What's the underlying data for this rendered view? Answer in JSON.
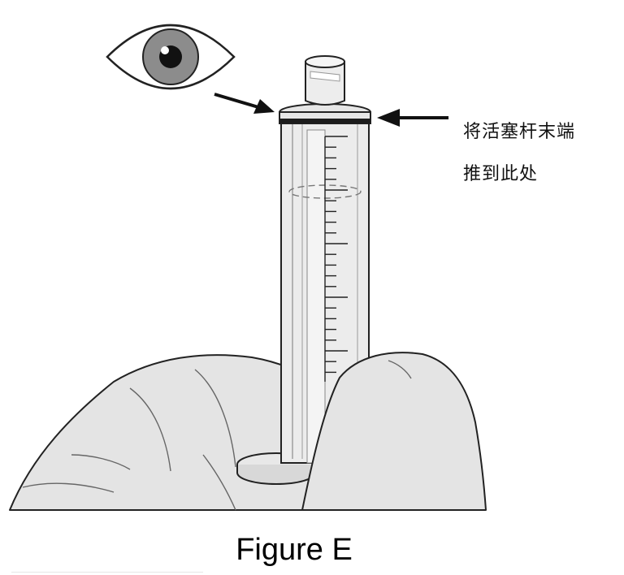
{
  "annotation": {
    "line1": "将活塞杆末端",
    "line2": "推到此处"
  },
  "caption": "Figure E",
  "icons": {
    "eye": "eye-icon",
    "arrow": "arrow-icon"
  },
  "colors": {
    "outline": "#222222",
    "glove_fill": "#e4e4e4",
    "iris": "#8c8c8c",
    "background": "#ffffff"
  }
}
